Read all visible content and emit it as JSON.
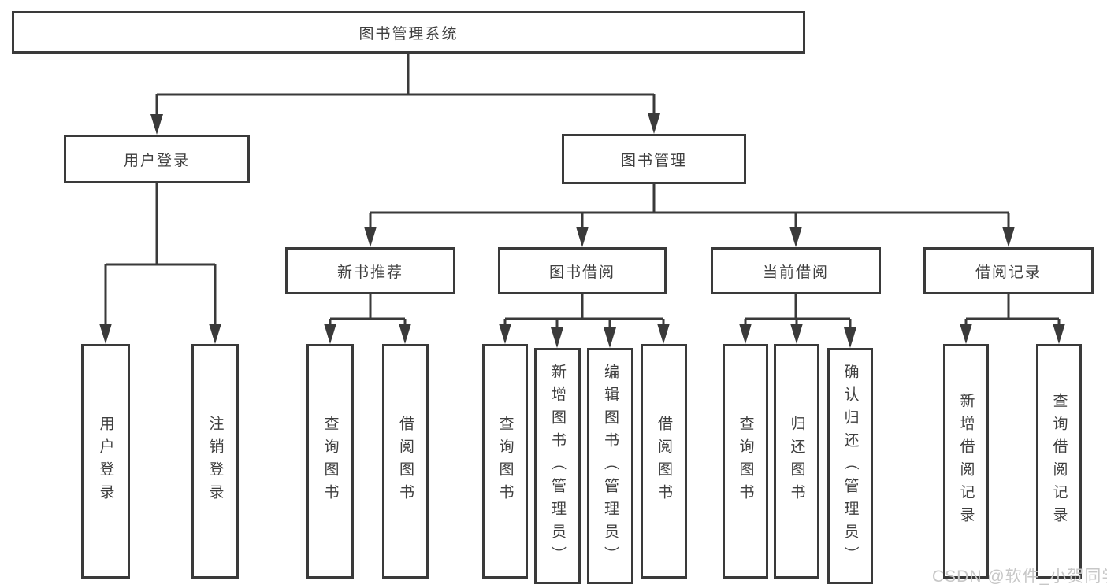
{
  "diagram": {
    "root": {
      "label": "图书管理系统"
    },
    "user_login": {
      "label": "用户登录",
      "children": {
        "login": {
          "label": "用户登录"
        },
        "logout": {
          "label": "注销登录"
        }
      }
    },
    "book_mgmt": {
      "label": "图书管理",
      "children": {
        "new_book_rec": {
          "label": "新书推荐",
          "children": {
            "query_books": {
              "label": "查询图书"
            },
            "borrow_books": {
              "label": "借阅图书"
            }
          }
        },
        "book_borrow": {
          "label": "图书借阅",
          "children": {
            "query_books": {
              "label": "查询图书"
            },
            "add_books": {
              "label": "新增图书（管理员）"
            },
            "edit_books": {
              "label": "编辑图书（管理员）"
            },
            "borrow_books": {
              "label": "借阅图书"
            }
          }
        },
        "current_borrow": {
          "label": "当前借阅",
          "children": {
            "query_books": {
              "label": "查询图书"
            },
            "return_books": {
              "label": "归还图书"
            },
            "confirm_return": {
              "label": "确认归还（管理员）"
            }
          }
        },
        "borrow_record": {
          "label": "借阅记录",
          "children": {
            "add_record": {
              "label": "新增借阅记录"
            },
            "query_record": {
              "label": "查询借阅记录"
            }
          }
        }
      }
    }
  },
  "watermark": {
    "text": "CSDN @软件_小贺同学"
  },
  "colors": {
    "line": "#3a3a3a",
    "text": "#3f3f3f",
    "watermark": "#c7c7c7",
    "background": "#ffffff"
  }
}
